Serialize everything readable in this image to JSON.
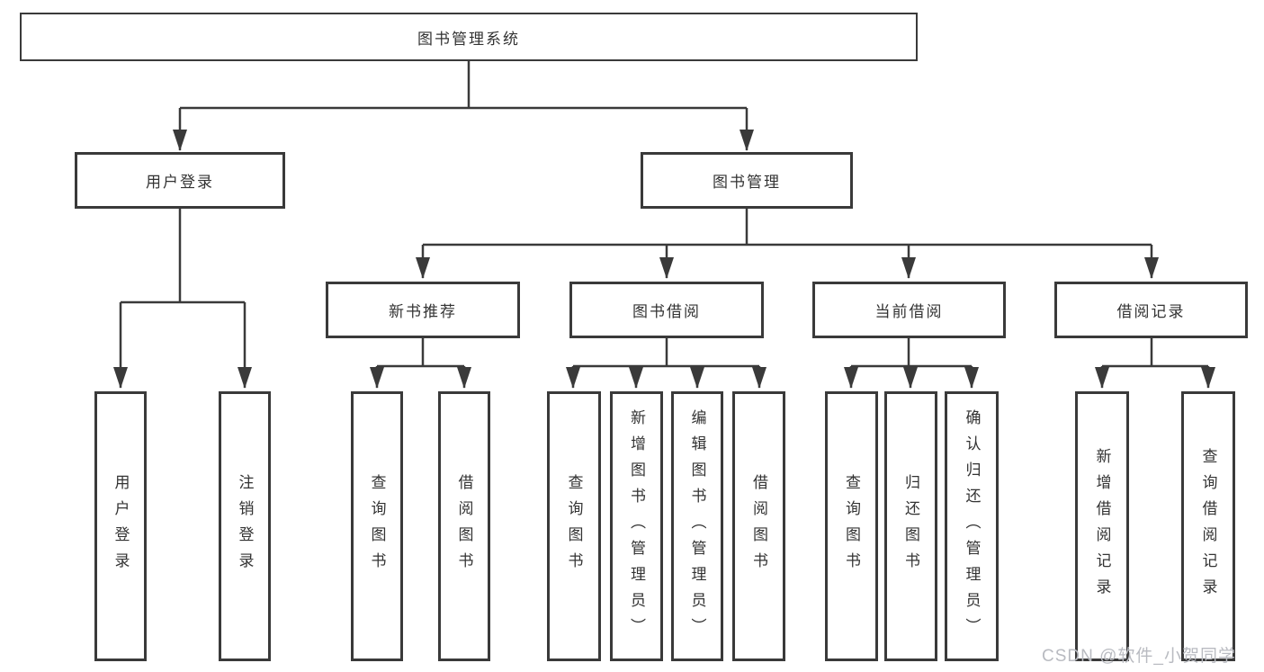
{
  "diagram": {
    "root": {
      "label": "图书管理系统"
    },
    "level2": {
      "user_login": {
        "label": "用户登录"
      },
      "book_management": {
        "label": "图书管理"
      }
    },
    "level3": {
      "new_book_recommend": {
        "label": "新书推荐"
      },
      "book_borrow": {
        "label": "图书借阅"
      },
      "current_borrow": {
        "label": "当前借阅"
      },
      "borrow_records": {
        "label": "借阅记录"
      }
    },
    "leaves": {
      "user_login": [
        "用户登录",
        "注销登录"
      ],
      "new_book_recommend": [
        "查询图书",
        "借阅图书"
      ],
      "book_borrow": [
        "查询图书",
        "新增图书（管理员）",
        "编辑图书（管理员）",
        "借阅图书"
      ],
      "current_borrow": [
        "查询图书",
        "归还图书",
        "确认归还（管理员）"
      ],
      "borrow_records": [
        "新增借阅记录",
        "查询借阅记录"
      ]
    }
  },
  "watermark": {
    "text": "CSDN @软件_小贺同学"
  },
  "colors": {
    "line": "#3a3a3a",
    "border": "#3a3a3a",
    "text": "#333333",
    "watermark": "#b9bbc1",
    "background": "#ffffff"
  }
}
